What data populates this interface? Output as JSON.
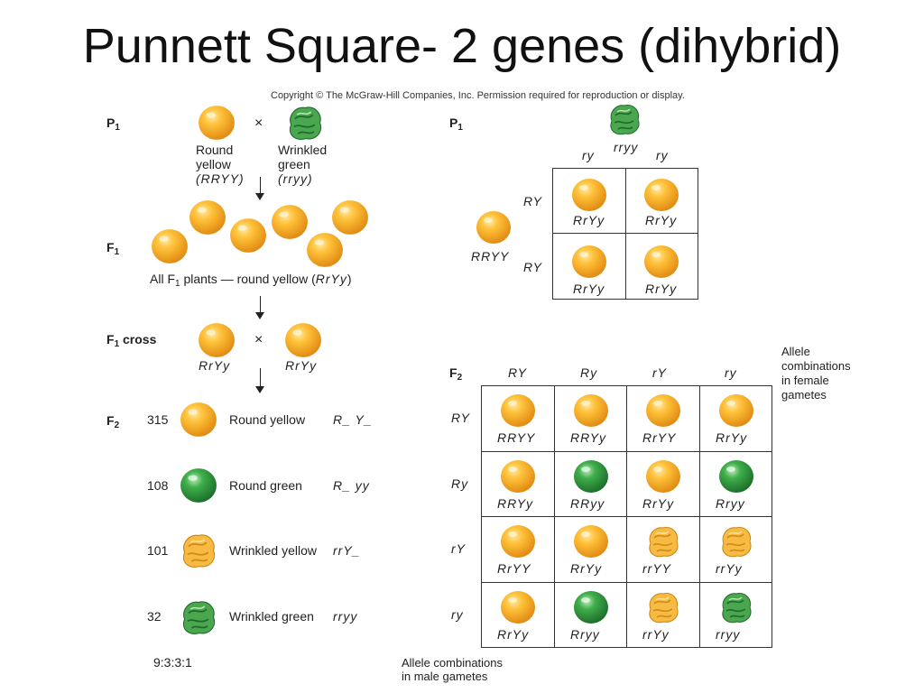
{
  "title": "Punnett Square- 2 genes (dihybrid)",
  "copyright": "Copyright © The McGraw-Hill Companies, Inc. Permission required for reproduction or display.",
  "colors": {
    "yellow": "#f5a623",
    "green": "#2f9a3a"
  },
  "left": {
    "p1_label": "P",
    "p1_sub": "1",
    "cross_symbol": "×",
    "parent1": {
      "line1": "Round",
      "line2": "yellow",
      "line3": "(RRYY)"
    },
    "parent2": {
      "line1": "Wrinkled",
      "line2": "green",
      "line3": "(rryy)"
    },
    "f1_label": "F",
    "f1_sub": "1",
    "f1_caption_a": "All F",
    "f1_caption_sub": "1",
    "f1_caption_b": " plants — round yellow (",
    "f1_caption_geno": "RrYy",
    "f1_caption_c": ")",
    "f1cross_label": "F",
    "f1cross_sub": "1",
    "f1cross_word": " cross",
    "f1cross_left": "RrYy",
    "f1cross_right": "RrYy",
    "f2_label": "F",
    "f2_sub": "2",
    "f2_rows": [
      {
        "count": "315",
        "phenotype": "Round yellow",
        "genotype": "R_ Y_"
      },
      {
        "count": "108",
        "phenotype": "Round green",
        "genotype": "R_ yy"
      },
      {
        "count": "101",
        "phenotype": "Wrinkled yellow",
        "genotype": "rrY_"
      },
      {
        "count": "32",
        "phenotype": "Wrinkled green",
        "genotype": "rryy"
      }
    ],
    "ratio": "9:3:3:1"
  },
  "top_right": {
    "p1_label": "P",
    "p1_sub": "1",
    "parent_genotype": "rryy",
    "col_gametes": [
      "ry",
      "ry"
    ],
    "row_gametes": [
      "RY",
      "RY"
    ],
    "left_parent": "RRYY",
    "cells": [
      "RrYy",
      "RrYy",
      "RrYy",
      "RrYy"
    ]
  },
  "f2_square": {
    "label": "F",
    "label_sub": "2",
    "female_note": [
      "Allele",
      "combinations",
      "in female",
      "gametes"
    ],
    "male_note": [
      "Allele combinations",
      "in male gametes"
    ],
    "col_gametes": [
      "RY",
      "Ry",
      "rY",
      "ry"
    ],
    "row_gametes": [
      "RY",
      "Ry",
      "rY",
      "ry"
    ],
    "cells": [
      [
        "RRYY",
        "RRYy",
        "RrYY",
        "RrYy"
      ],
      [
        "RRYy",
        "RRyy",
        "RrYy",
        "Rryy"
      ],
      [
        "RrYY",
        "RrYy",
        "rrYY",
        "rrYy"
      ],
      [
        "RrYy",
        "Rryy",
        "rrYy",
        "rryy"
      ]
    ],
    "cell_peas": [
      [
        "round-yellow",
        "round-yellow",
        "round-yellow",
        "round-yellow"
      ],
      [
        "round-yellow",
        "round-green",
        "round-yellow",
        "round-green"
      ],
      [
        "round-yellow",
        "round-yellow",
        "wrinkled-yellow",
        "wrinkled-yellow"
      ],
      [
        "round-yellow",
        "round-green",
        "wrinkled-yellow",
        "wrinkled-green"
      ]
    ]
  }
}
